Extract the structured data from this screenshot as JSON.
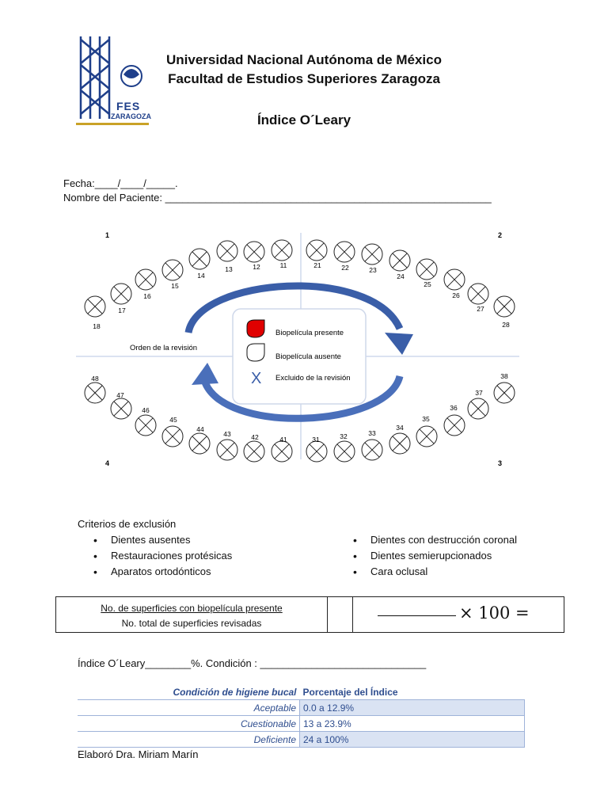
{
  "header": {
    "university": "Universidad Nacional Autónoma de México",
    "faculty": "Facultad de Estudios Superiores Zaragoza",
    "title": "Índice O´Leary"
  },
  "logo": {
    "fes": "FES",
    "zaragoza": "ZARAGOZA",
    "brand_color": "#1f3f8a",
    "gold_color": "#c9a227"
  },
  "form": {
    "date_line": "Fecha:____/____/_____.",
    "patient_line": "Nombre del Paciente: _________________________________________________________"
  },
  "chart": {
    "quadrants": [
      "1",
      "2",
      "3",
      "4"
    ],
    "upper_left": [
      "18",
      "17",
      "16",
      "15",
      "14",
      "13",
      "12",
      "11"
    ],
    "upper_right": [
      "21",
      "22",
      "23",
      "24",
      "25",
      "26",
      "27",
      "28"
    ],
    "lower_left": [
      "48",
      "47",
      "46",
      "45",
      "44",
      "43",
      "42",
      "41"
    ],
    "lower_right": [
      "31",
      "32",
      "33",
      "34",
      "35",
      "36",
      "37",
      "38"
    ],
    "order_label": "Orden de la revisión",
    "legend": {
      "present": "Biopelícula presente",
      "absent": "Biopelícula ausente",
      "excluded_mark": "X",
      "excluded": "Excluido de la revisión"
    },
    "colors": {
      "arrow": "#3a5ea8",
      "present": "#e00000",
      "excluded": "#3a5ea8"
    }
  },
  "criteria": {
    "title": "Criterios de exclusión",
    "left": [
      "Dientes ausentes",
      "Restauraciones protésicas",
      "Aparatos ortodónticos"
    ],
    "right": [
      "Dientes con destrucción coronal",
      "Dientes semierupcionados",
      "Cara oclusal"
    ]
  },
  "formula": {
    "numerator": "No. de superficies con biopelícula presente",
    "denominator": "No. total de superficies revisadas",
    "expression": "× 100 ="
  },
  "result_line": "Índice O´Leary________%.  Condición : _____________________________",
  "hygiene_table": {
    "header_left": "Condición de higiene bucal",
    "header_right": "Porcentaje del Índice",
    "rows": [
      {
        "label": "Aceptable",
        "value": "0.0 a 12.9%"
      },
      {
        "label": "Cuestionable",
        "value": "13 a 23.9%"
      },
      {
        "label": "Deficiente",
        "value": "24 a 100%"
      }
    ]
  },
  "footer": "Elaboró Dra. Miriam Marín"
}
